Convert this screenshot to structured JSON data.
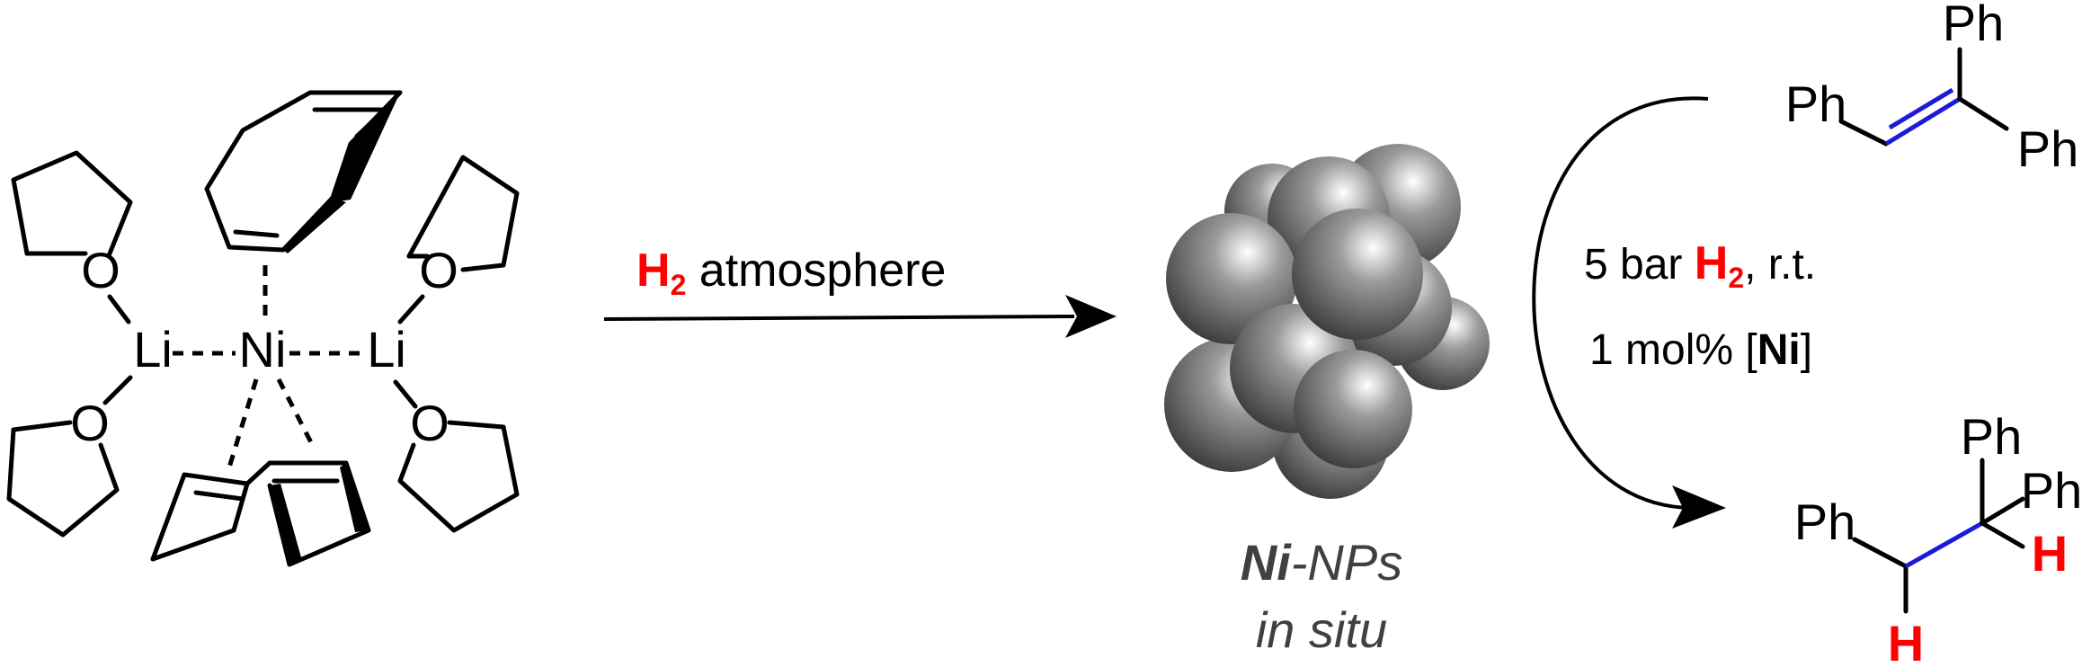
{
  "complex": {
    "ni": "Ni",
    "li_left": "Li",
    "li_right": "Li",
    "o_labels": [
      "O",
      "O",
      "O",
      "O"
    ]
  },
  "arrow": {
    "h2_symbol": "H",
    "h2_subscript": "2",
    "text": " atmosphere"
  },
  "nanoparticle": {
    "label_bold": "Ni",
    "label_rest": "-NPs",
    "label_line2": "in situ",
    "sphere_color": "#8c8c8c"
  },
  "conditions": {
    "line1_pre": "5 bar ",
    "line1_h": "H",
    "line1_sub": "2",
    "line1_post": ", r.t.",
    "line2_pre": "1 mol% [",
    "line2_ni": "Ni",
    "line2_post": "]"
  },
  "reactant": {
    "ph_left": "Ph",
    "ph_top": "Ph",
    "ph_right": "Ph"
  },
  "product": {
    "ph_left": "Ph",
    "ph_top": "Ph",
    "ph_right": "Ph",
    "h_right": "H",
    "h_bottom": "H"
  },
  "colors": {
    "highlight_red": "#ff0000",
    "bond_blue": "#1a1ad9"
  }
}
